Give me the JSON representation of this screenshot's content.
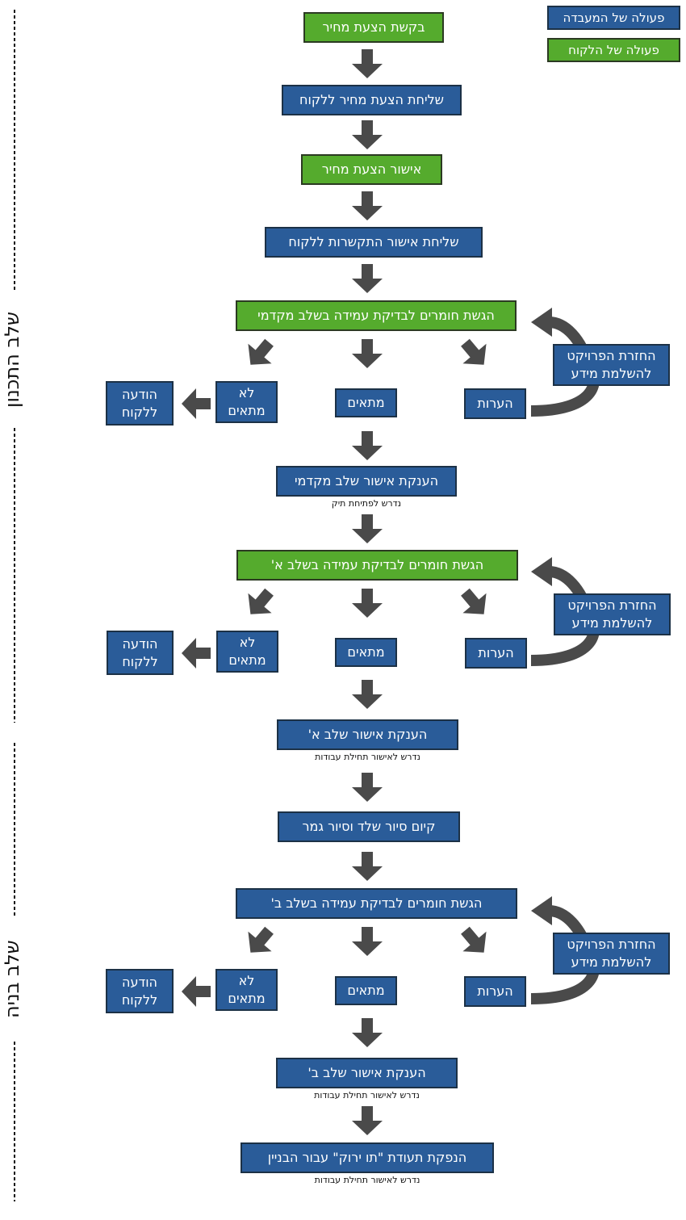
{
  "colors": {
    "engineer": "#2a5c99",
    "client": "#55ab2d",
    "arrow": "#4a4a4a"
  },
  "legend": {
    "engineer": "פעולה של המעבדה",
    "client": "פעולה של הלקוח"
  },
  "phases": {
    "planning": "שלב התכנון",
    "construction": "שלב בניה"
  },
  "steps": {
    "s1": "בקשת הצעת מחיר",
    "s2": "שליחת הצעת מחיר ללקוח",
    "s3": "אישור הצעת מחיר",
    "s4": "שליחת אישור התקשרות ללקוח",
    "s5": "הגשת חומרים לבדיקת עמידה בשלב מקדמי",
    "s6": "הענקת אישור שלב מקדמי",
    "s6_note": "נדרש לפתיחת תיק",
    "s7": "הגשת חומרים לבדיקת עמידה בשלב א'",
    "s8": "הענקת אישור שלב א'",
    "s8_note": "נדרש לאישור תחילת עבודות",
    "s9": "קיום סיור שלד וסיור גמר",
    "s10": "הגשת חומרים לבדיקת עמידה בשלב ב'",
    "s11": "הענקת אישור שלב ב'",
    "s11_note": "נדרש לאישור תחילת עבודות",
    "s12": "הנפקת תעודת \"תו ירוק\" עבור הבניין",
    "s12_note": "נדרש לאישור תחילת עבודות"
  },
  "outcomes": {
    "not_suitable": "לא מתאים",
    "notify_client": "הודעה ללקוח",
    "suitable": "מתאים",
    "comments": "הערות",
    "return_project": "החזרת הפרויקט להשלמת מידע"
  }
}
